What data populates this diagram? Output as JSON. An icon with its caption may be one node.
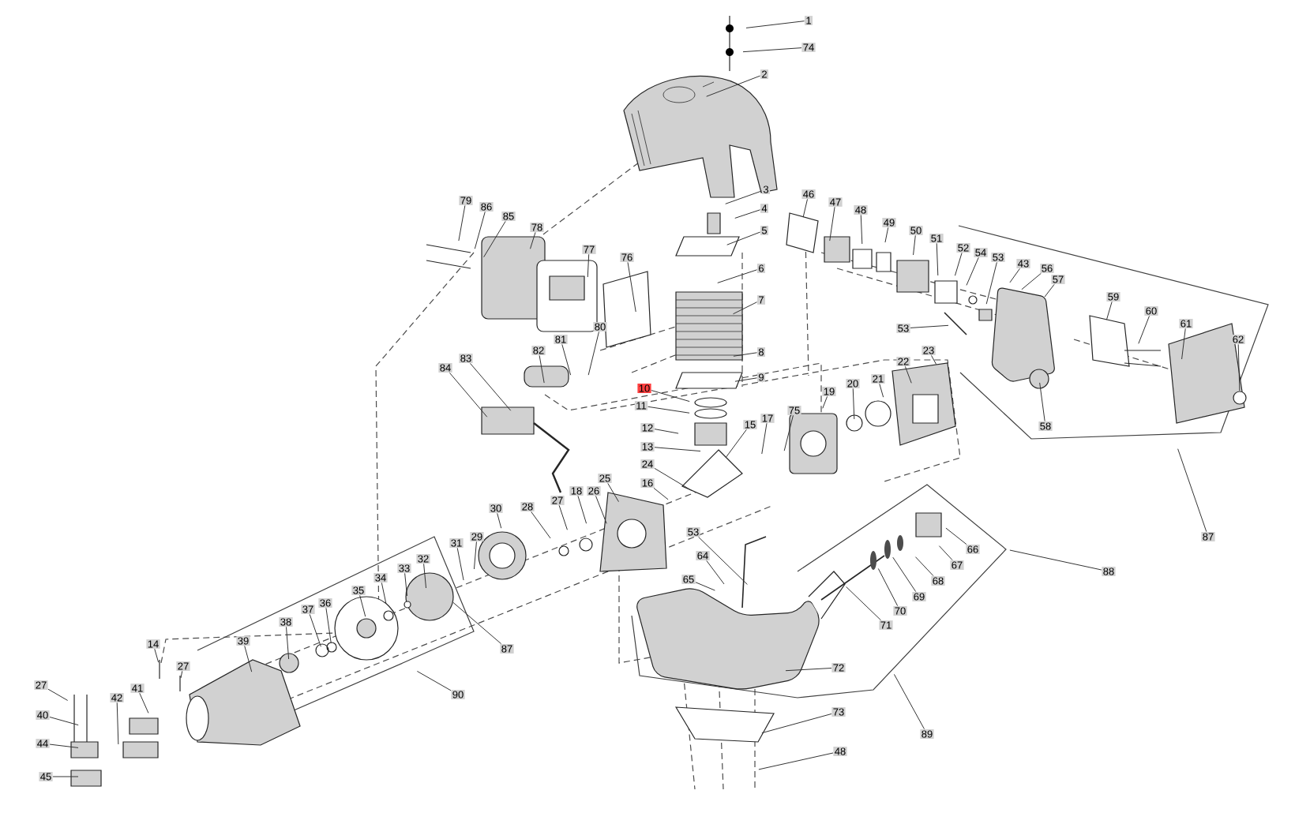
{
  "diagram": {
    "nodes": [
      {
        "text": [
          "1"
        ]
      },
      {
        "text": [
          "74"
        ]
      },
      {
        "text": [
          "2"
        ]
      },
      {
        "text": [
          "3"
        ]
      },
      {
        "text": [
          "4"
        ]
      },
      {
        "text": [
          "5"
        ]
      },
      {
        "text": [
          "6"
        ]
      },
      {
        "text": [
          "7"
        ]
      },
      {
        "text": [
          "8"
        ]
      },
      {
        "text": [
          "9"
        ]
      },
      {
        "text": [
          "10"
        ]
      },
      {
        "text": [
          "11"
        ]
      },
      {
        "text": [
          "12"
        ]
      },
      {
        "text": [
          "13"
        ]
      },
      {
        "text": [
          "15"
        ]
      },
      {
        "text": [
          "17"
        ]
      },
      {
        "text": [
          "75"
        ]
      },
      {
        "text": [
          "19"
        ]
      },
      {
        "text": [
          "20"
        ]
      },
      {
        "text": [
          "21"
        ]
      },
      {
        "text": [
          "22"
        ]
      },
      {
        "text": [
          "23"
        ]
      },
      {
        "text": [
          "24"
        ]
      },
      {
        "text": [
          "16"
        ]
      },
      {
        "text": [
          "25"
        ]
      },
      {
        "text": [
          "26"
        ]
      },
      {
        "text": [
          "18"
        ]
      },
      {
        "text": [
          "27"
        ]
      },
      {
        "text": [
          "28"
        ]
      },
      {
        "text": [
          "30"
        ]
      },
      {
        "text": [
          "29"
        ]
      },
      {
        "text": [
          "31"
        ]
      },
      {
        "text": [
          "32"
        ]
      },
      {
        "text": [
          "33"
        ]
      },
      {
        "text": [
          "34"
        ]
      },
      {
        "text": [
          "35"
        ]
      },
      {
        "text": [
          "87"
        ]
      },
      {
        "text": [
          "36"
        ]
      },
      {
        "text": [
          "37"
        ]
      },
      {
        "text": [
          "38"
        ]
      },
      {
        "text": [
          "39"
        ]
      },
      {
        "text": [
          "14"
        ]
      },
      {
        "text": [
          "27"
        ]
      },
      {
        "text": [
          "41"
        ]
      },
      {
        "text": [
          "42"
        ]
      },
      {
        "text": [
          "27"
        ]
      },
      {
        "text": [
          "40"
        ]
      },
      {
        "text": [
          "44"
        ]
      },
      {
        "text": [
          "45"
        ]
      },
      {
        "text": [
          "90"
        ]
      },
      {
        "text": [
          "46"
        ]
      },
      {
        "text": [
          "47"
        ]
      },
      {
        "text": [
          "48"
        ]
      },
      {
        "text": [
          "49"
        ]
      },
      {
        "text": [
          "50"
        ]
      },
      {
        "text": [
          "51"
        ]
      },
      {
        "text": [
          "52"
        ]
      },
      {
        "text": [
          "54"
        ]
      },
      {
        "text": [
          "53"
        ]
      },
      {
        "text": [
          "43"
        ]
      },
      {
        "text": [
          "56"
        ]
      },
      {
        "text": [
          "57"
        ]
      },
      {
        "text": [
          "53"
        ]
      },
      {
        "text": [
          "58"
        ]
      },
      {
        "text": [
          "59"
        ]
      },
      {
        "text": [
          "60"
        ]
      },
      {
        "text": [
          "61"
        ]
      },
      {
        "text": [
          "62"
        ]
      },
      {
        "text": [
          "87"
        ]
      },
      {
        "text": [
          "76"
        ]
      },
      {
        "text": [
          "77"
        ]
      },
      {
        "text": [
          "78"
        ]
      },
      {
        "text": [
          "79"
        ]
      },
      {
        "text": [
          "86"
        ]
      },
      {
        "text": [
          "85"
        ]
      },
      {
        "text": [
          "80"
        ]
      },
      {
        "text": [
          "81"
        ]
      },
      {
        "text": [
          "82"
        ]
      },
      {
        "text": [
          "83"
        ]
      },
      {
        "text": [
          "84"
        ]
      },
      {
        "text": [
          "53"
        ]
      },
      {
        "text": [
          "64"
        ]
      },
      {
        "text": [
          "65"
        ]
      },
      {
        "text": [
          "66"
        ]
      },
      {
        "text": [
          "67"
        ]
      },
      {
        "text": [
          "68"
        ]
      },
      {
        "text": [
          "69"
        ]
      },
      {
        "text": [
          "70"
        ]
      },
      {
        "text": [
          "71"
        ]
      },
      {
        "text": [
          "88"
        ]
      },
      {
        "text": [
          "89"
        ]
      },
      {
        "text": [
          "72"
        ]
      },
      {
        "text": [
          "73"
        ]
      },
      {
        "text": [
          "48"
        ]
      }
    ],
    "edges": [
      {
        "from": 0,
        "to": null,
        "arrow": "none"
      },
      {
        "from": 1,
        "to": null,
        "arrow": "none"
      },
      {
        "from": 2,
        "to": null,
        "arrow": "none"
      },
      {
        "from": 3,
        "to": null,
        "arrow": "none"
      },
      {
        "from": 4,
        "to": null,
        "arrow": "none"
      },
      {
        "from": 5,
        "to": null,
        "arrow": "none"
      },
      {
        "from": 6,
        "to": null,
        "arrow": "none"
      },
      {
        "from": 7,
        "to": null,
        "arrow": "none"
      },
      {
        "from": 8,
        "to": null,
        "arrow": "none"
      },
      {
        "from": 9,
        "to": null,
        "arrow": "none"
      },
      {
        "from": 10,
        "to": null,
        "arrow": "none"
      },
      {
        "from": 11,
        "to": null,
        "arrow": "none"
      },
      {
        "from": 12,
        "to": null,
        "arrow": "none"
      },
      {
        "from": 13,
        "to": null,
        "arrow": "none"
      },
      {
        "from": 14,
        "to": null,
        "arrow": "none"
      },
      {
        "from": 15,
        "to": null,
        "arrow": "none"
      },
      {
        "from": 16,
        "to": null,
        "arrow": "none"
      },
      {
        "from": 17,
        "to": null,
        "arrow": "none"
      },
      {
        "from": 18,
        "to": null,
        "arrow": "none"
      },
      {
        "from": 19,
        "to": null,
        "arrow": "none"
      },
      {
        "from": 20,
        "to": null,
        "arrow": "none"
      },
      {
        "from": 21,
        "to": null,
        "arrow": "none"
      },
      {
        "from": 22,
        "to": null,
        "arrow": "none"
      },
      {
        "from": 23,
        "to": null,
        "arrow": "none"
      },
      {
        "from": 24,
        "to": null,
        "arrow": "none"
      },
      {
        "from": 25,
        "to": null,
        "arrow": "none"
      },
      {
        "from": 26,
        "to": null,
        "arrow": "none"
      },
      {
        "from": 27,
        "to": null,
        "arrow": "none"
      },
      {
        "from": 28,
        "to": null,
        "arrow": "none"
      },
      {
        "from": 29,
        "to": null,
        "arrow": "none"
      },
      {
        "from": 30,
        "to": null,
        "arrow": "none"
      },
      {
        "from": 31,
        "to": null,
        "arrow": "none"
      },
      {
        "from": 32,
        "to": null,
        "arrow": "none"
      },
      {
        "from": 33,
        "to": null,
        "arrow": "none"
      },
      {
        "from": 34,
        "to": null,
        "arrow": "none"
      },
      {
        "from": 35,
        "to": null,
        "arrow": "none"
      },
      {
        "from": 36,
        "to": null,
        "arrow": "none"
      },
      {
        "from": 37,
        "to": null,
        "arrow": "none"
      },
      {
        "from": 38,
        "to": null,
        "arrow": "none"
      },
      {
        "from": 39,
        "to": null,
        "arrow": "none"
      },
      {
        "from": 40,
        "to": null,
        "arrow": "none"
      },
      {
        "from": 41,
        "to": null,
        "arrow": "none"
      },
      {
        "from": 42,
        "to": null,
        "arrow": "none"
      },
      {
        "from": 43,
        "to": null,
        "arrow": "none"
      },
      {
        "from": 44,
        "to": null,
        "arrow": "none"
      },
      {
        "from": 45,
        "to": null,
        "arrow": "none"
      },
      {
        "from": 46,
        "to": null,
        "arrow": "none"
      },
      {
        "from": 47,
        "to": null,
        "arrow": "none"
      },
      {
        "from": 48,
        "to": null,
        "arrow": "none"
      },
      {
        "from": 49,
        "to": null,
        "arrow": "none"
      },
      {
        "from": 50,
        "to": null,
        "arrow": "none"
      },
      {
        "from": 51,
        "to": null,
        "arrow": "none"
      },
      {
        "from": 52,
        "to": null,
        "arrow": "none"
      },
      {
        "from": 53,
        "to": null,
        "arrow": "none"
      },
      {
        "from": 54,
        "to": null,
        "arrow": "none"
      },
      {
        "from": 55,
        "to": null,
        "arrow": "none"
      },
      {
        "from": 56,
        "to": null,
        "arrow": "none"
      },
      {
        "from": 57,
        "to": null,
        "arrow": "none"
      },
      {
        "from": 58,
        "to": null,
        "arrow": "none"
      },
      {
        "from": 59,
        "to": null,
        "arrow": "none"
      },
      {
        "from": 60,
        "to": null,
        "arrow": "none"
      },
      {
        "from": 61,
        "to": null,
        "arrow": "none"
      },
      {
        "from": 62,
        "to": null,
        "arrow": "none"
      },
      {
        "from": 63,
        "to": null,
        "arrow": "none"
      },
      {
        "from": 64,
        "to": null,
        "arrow": "none"
      },
      {
        "from": 65,
        "to": null,
        "arrow": "none"
      },
      {
        "from": 66,
        "to": null,
        "arrow": "none"
      },
      {
        "from": 67,
        "to": null,
        "arrow": "none"
      },
      {
        "from": 68,
        "to": null,
        "arrow": "none"
      },
      {
        "from": 69,
        "to": null,
        "arrow": "none"
      },
      {
        "from": 70,
        "to": null,
        "arrow": "none"
      },
      {
        "from": 71,
        "to": null,
        "arrow": "none"
      },
      {
        "from": 72,
        "to": null,
        "arrow": "none"
      },
      {
        "from": 73,
        "to": null,
        "arrow": "none"
      },
      {
        "from": 74,
        "to": null,
        "arrow": "none"
      },
      {
        "from": 75,
        "to": null,
        "arrow": "none"
      },
      {
        "from": 76,
        "to": null,
        "arrow": "none"
      },
      {
        "from": 77,
        "to": null,
        "arrow": "none"
      },
      {
        "from": 78,
        "to": null,
        "arrow": "none"
      },
      {
        "from": 79,
        "to": null,
        "arrow": "none"
      },
      {
        "from": 80,
        "to": null,
        "arrow": "none"
      },
      {
        "from": 81,
        "to": null,
        "arrow": "none"
      },
      {
        "from": 82,
        "to": null,
        "arrow": "none"
      },
      {
        "from": 83,
        "to": null,
        "arrow": "none"
      },
      {
        "from": 84,
        "to": null,
        "arrow": "none"
      },
      {
        "from": 85,
        "to": null,
        "arrow": "none"
      },
      {
        "from": 86,
        "to": null,
        "arrow": "none"
      },
      {
        "from": 87,
        "to": null,
        "arrow": "none"
      },
      {
        "from": 88,
        "to": null,
        "arrow": "none"
      },
      {
        "from": 89,
        "to": null,
        "arrow": "none"
      },
      {
        "from": 90,
        "to": null,
        "arrow": "none"
      },
      {
        "from": 91,
        "to": null,
        "arrow": "none"
      },
      {
        "from": 92,
        "to": null,
        "arrow": "none"
      },
      {
        "from": 93,
        "to": null,
        "arrow": "none"
      }
    ]
  }
}
